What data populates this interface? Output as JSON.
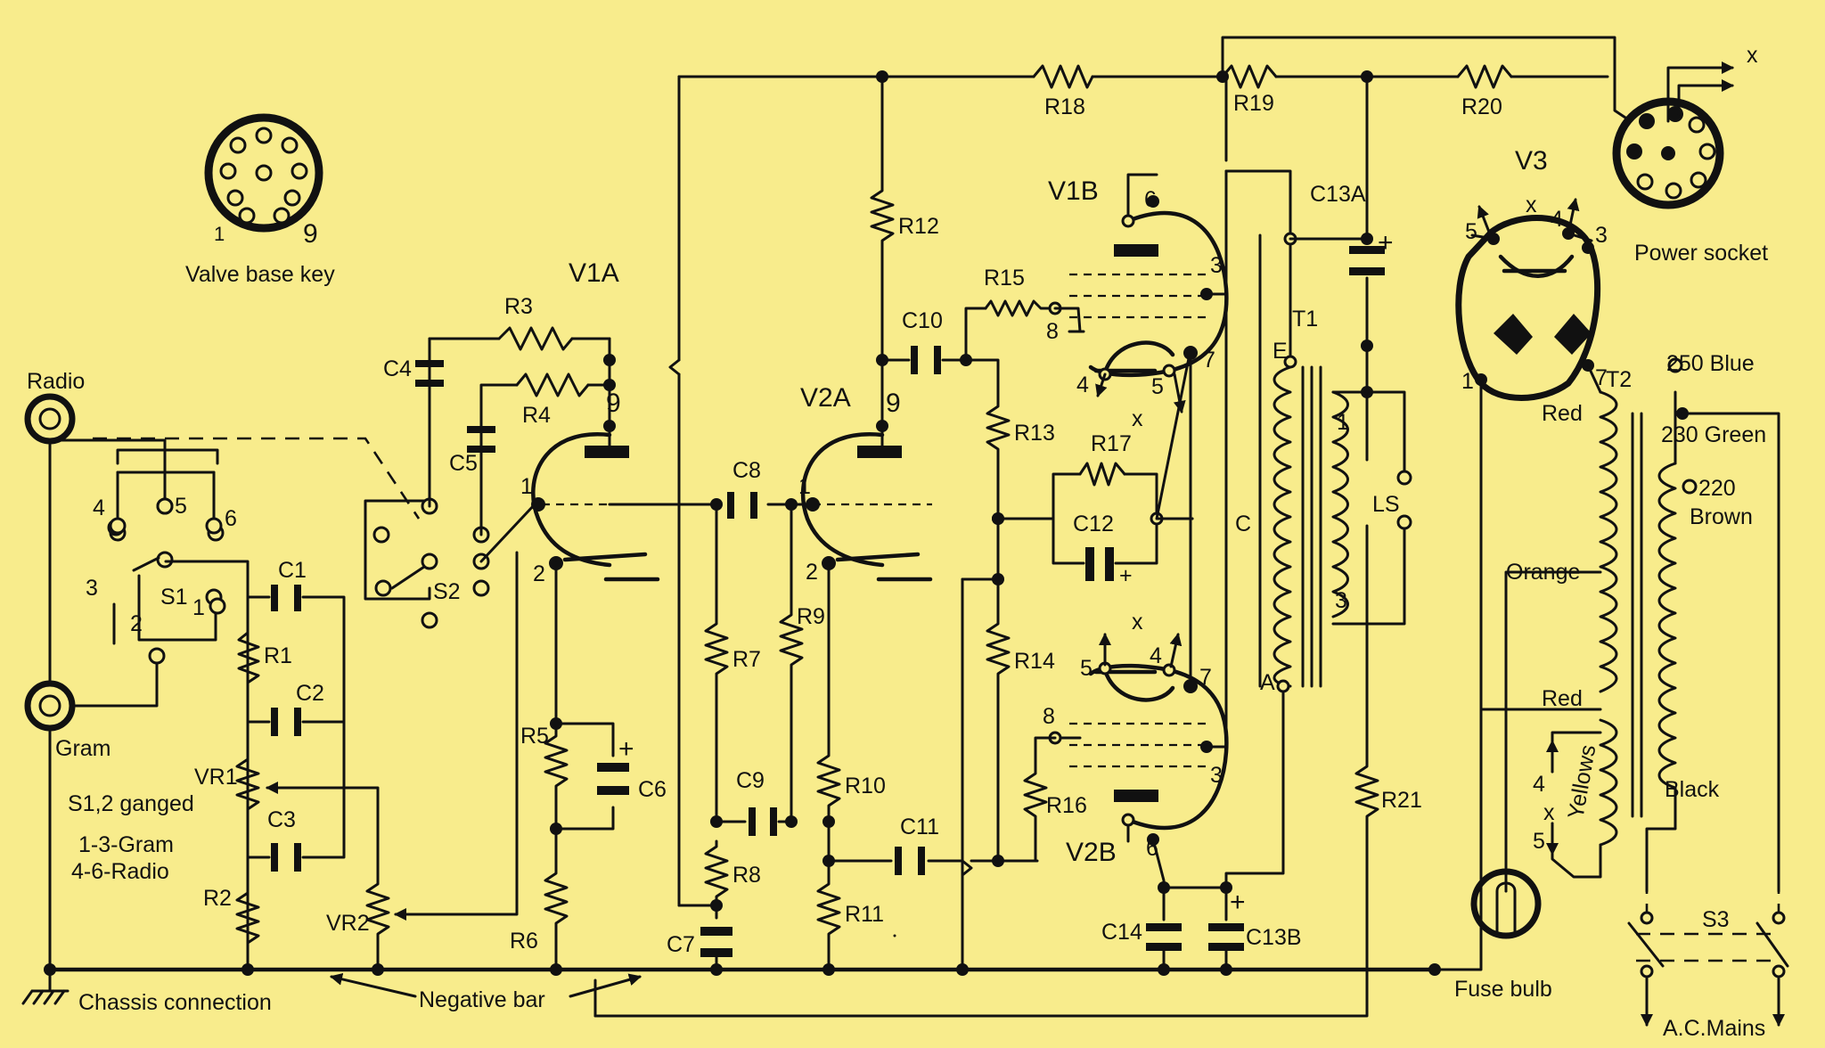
{
  "diagram": {
    "key": {
      "title": "Valve base key",
      "pin1": "1",
      "pin9": "9"
    },
    "inputs": {
      "radio": "Radio",
      "gram": "Gram",
      "chassis": "Chassis connection",
      "negative_bar": "Negative bar"
    },
    "switch_notes": [
      "S1,2 ganged",
      "1-3-Gram",
      "4-6-Radio"
    ],
    "switches": {
      "s1": "S1",
      "s2": "S2",
      "s3": "S3"
    },
    "switch_pins": [
      "1",
      "2",
      "3",
      "4",
      "5",
      "6"
    ],
    "valves": {
      "v1a": "V1A",
      "v2a": "V2A",
      "v1b": "V1B",
      "v2b": "V2B",
      "v3": "V3"
    },
    "resistors": [
      "R1",
      "R2",
      "R3",
      "R4",
      "R5",
      "R6",
      "R7",
      "R8",
      "R9",
      "R10",
      "R11",
      "R12",
      "R13",
      "R14",
      "R15",
      "R16",
      "R17",
      "R18",
      "R19",
      "R20",
      "R21"
    ],
    "capacitors": [
      "C1",
      "C2",
      "C3",
      "C4",
      "C5",
      "C6",
      "C7",
      "C8",
      "C9",
      "C10",
      "C11",
      "C12",
      "C13A",
      "C13B",
      "C14"
    ],
    "pots": {
      "vr1": "VR1",
      "vr2": "VR2"
    },
    "transformers": {
      "t1": "T1",
      "t2": "T2",
      "e": "E",
      "c": "C",
      "a": "A",
      "ls": "LS"
    },
    "mains_taps": {
      "blue": "250 Blue",
      "green": "230 Green",
      "c220": "220",
      "brown": "Brown",
      "black": "Black"
    },
    "wire_colours": {
      "red": "Red",
      "orange": "Orange",
      "yellows": "Yellows"
    },
    "other": {
      "power_socket": "Power socket",
      "fuse_bulb": "Fuse bulb",
      "ac_mains": "A.C.Mains",
      "x": "x"
    },
    "pin_numbers": {
      "p1": "1",
      "p2": "2",
      "p3": "3",
      "p4": "4",
      "p5": "5",
      "p6": "6",
      "p7": "7",
      "p8": "8",
      "p9": "9"
    }
  }
}
